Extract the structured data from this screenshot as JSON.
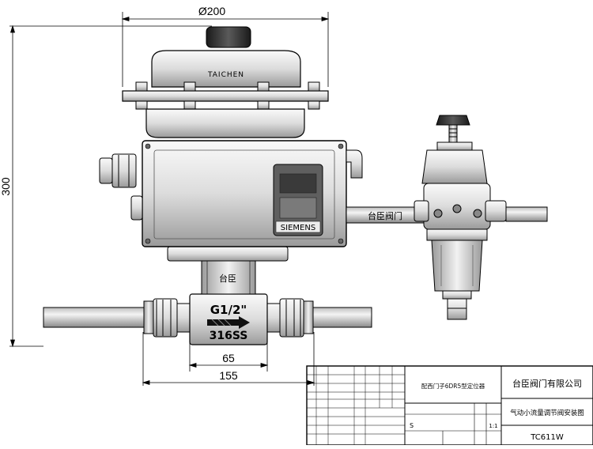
{
  "dimensions": {
    "top_width": "Ø200",
    "height": "300",
    "body_length": "65",
    "overall_length": "155"
  },
  "labels": {
    "actuator_brand": "TAICHEN",
    "positioner_brand": "SIEMENS",
    "connection_pipe": "台臣阀门",
    "neck_label": "台臣",
    "thread": "G1/2\"",
    "material": "316SS"
  },
  "title_block": {
    "company": "台臣阀门有限公司",
    "drawing_name": "气动小流量调节阀安装图",
    "drawing_number": "TC611W",
    "note": "配西门子6DR5型定位器",
    "scale": "1:1",
    "mark": "S"
  }
}
